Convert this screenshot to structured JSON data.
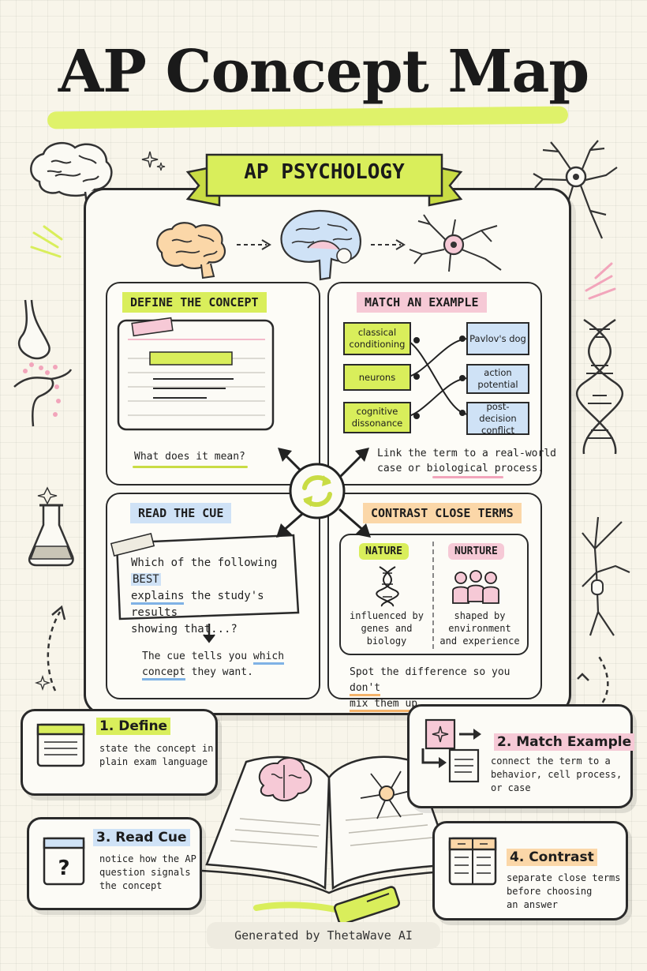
{
  "title": "AP Concept Map",
  "ribbon": "AP PSYCHOLOGY",
  "panels": {
    "define": {
      "tag": "DEFINE THE CONCEPT",
      "caption": "What does it mean?"
    },
    "match": {
      "tag": "MATCH AN EXAMPLE",
      "left": [
        "classical conditioning",
        "neurons",
        "cognitive dissonance"
      ],
      "right": [
        "Pavlov's dog",
        "action potential",
        "post-decision conflict"
      ],
      "caption_1": "Link the term to a real-world",
      "caption_2": "case or biological process."
    },
    "cue": {
      "tag": "READ THE CUE",
      "q1": "Which of the following ",
      "q_best": "BEST",
      "q2": "explains",
      "q3": " the study's results",
      "q4": "showing that...?",
      "caption_1": "The cue tells you ",
      "caption_which": "which",
      "caption_concept": "concept",
      "caption_2": " they want."
    },
    "contrast": {
      "tag": "CONTRAST CLOSE TERMS",
      "nature": {
        "label": "NATURE",
        "desc": [
          "influenced by",
          "genes and",
          "biology"
        ]
      },
      "nurture": {
        "label": "NURTURE",
        "desc": [
          "shaped by",
          "environment",
          "and experience"
        ]
      },
      "caption_1": "Spot the difference so you ",
      "caption_dont": "don't",
      "caption_2": "mix them up."
    }
  },
  "steps": [
    {
      "title": "1. Define",
      "desc": [
        "state the concept in",
        "plain exam language"
      ]
    },
    {
      "title": "2. Match Example",
      "desc": [
        "connect the term to a",
        "behavior, cell process,",
        "or case"
      ]
    },
    {
      "title": "3. Read Cue",
      "desc": [
        "notice how the AP",
        "question signals",
        "the concept"
      ]
    },
    {
      "title": "4. Contrast",
      "desc": [
        "separate close terms",
        "before choosing",
        "an answer"
      ]
    }
  ],
  "footer": "Generated by ThetaWave AI",
  "colors": {
    "green": "#d9ee5b",
    "pink": "#f6c9d6",
    "blue": "#cfe2f6",
    "orange": "#fbd7a8"
  }
}
